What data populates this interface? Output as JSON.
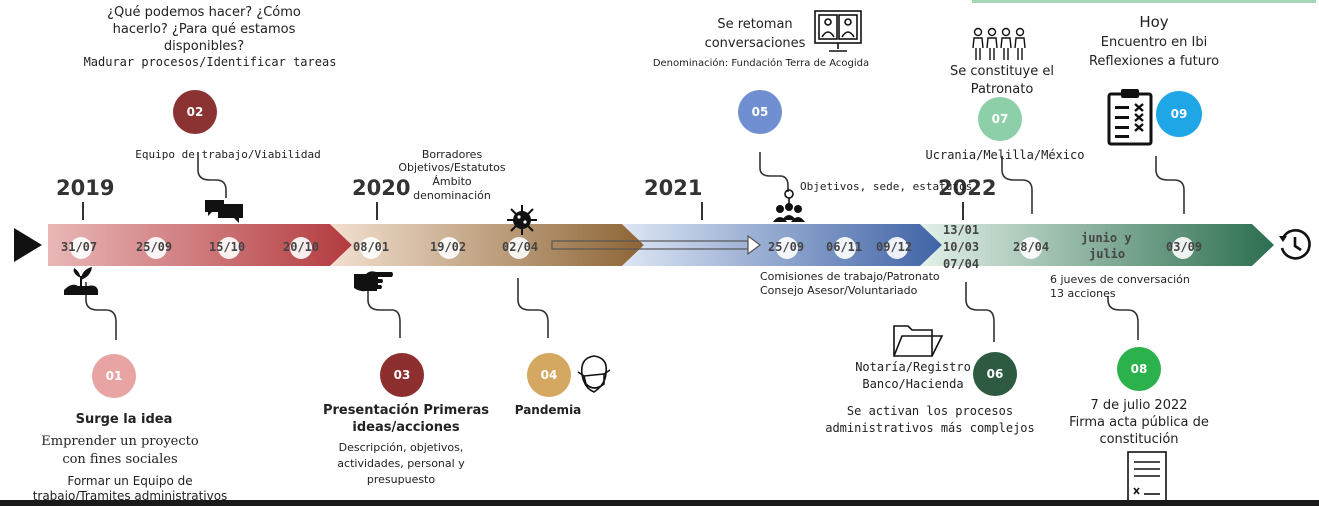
{
  "years": {
    "y2019": "2019",
    "y2020": "2020",
    "y2021": "2021",
    "y2022": "2022"
  },
  "dates": {
    "d1": "31/07",
    "d2": "25/09",
    "d3": "15/10",
    "d4": "20/10",
    "d5": "08/01",
    "d6": "19/02",
    "d7": "02/04",
    "d8": "25/09",
    "d9": "06/11",
    "d10": "09/12",
    "d11": "13/01",
    "d12": "10/03",
    "d13": "07/04",
    "d14": "28/04",
    "d15": "junio y",
    "d16": "julio",
    "d17": "03/09"
  },
  "milestones": {
    "m01": {
      "num": "01",
      "title": "Surge la idea",
      "line1": "Emprender un proyecto",
      "line2": "con fines sociales",
      "line3": "Formar un Equipo de",
      "line4": "trabajo/Tramites administrativos"
    },
    "m02": {
      "num": "02",
      "q1": "¿Qué podemos hacer? ¿Cómo",
      "q2": "hacerlo? ¿Para qué estamos",
      "q3": "disponibles?",
      "sub": "Madurar procesos/Identificar tareas",
      "label": "Equipo de trabajo/Viabilidad"
    },
    "m03": {
      "num": "03",
      "title1": "Presentación Primeras",
      "title2": "ideas/acciones",
      "d1": "Descripción, objetivos,",
      "d2": "actividades, personal y",
      "d3": "presupuesto"
    },
    "m04": {
      "num": "04",
      "title": "Pandemia",
      "b1": "Borradores",
      "b2": "Objetivos/Estatutos",
      "b3": "Ámbito",
      "b4": "denominación"
    },
    "m05": {
      "num": "05",
      "t1": "Se retoman",
      "t2": "conversaciones",
      "sub": "Denominación: Fundación Terra de Acogida",
      "note": "Objetivos, sede, estatutos",
      "c1": "Comisiones de trabajo/Patronato",
      "c2": "Consejo Asesor/Voluntariado"
    },
    "m06": {
      "num": "06",
      "n1": "Notaría/Registro",
      "n2": "Banco/Hacienda",
      "s1": "Se activan los procesos",
      "s2": "administrativos más complejos"
    },
    "m07": {
      "num": "07",
      "t1": "Se constituye el",
      "t2": "Patronato",
      "label": "Ucrania/Melilla/México"
    },
    "m08": {
      "num": "08",
      "j1": "6 jueves de conversación",
      "j2": "13 acciones",
      "t1": "7 de julio 2022",
      "t2": "Firma acta pública de",
      "t3": "constitución"
    },
    "m09": {
      "num": "09",
      "t1": "Hoy",
      "t2": "Encuentro en Ibi",
      "t3": "Reflexiones a futuro"
    }
  },
  "colors": {
    "c01": "#e8a3a3",
    "c02": "#8b3333",
    "c03": "#8e2f2f",
    "c04": "#d4a860",
    "c05": "#6f8fd0",
    "c06": "#2d5a40",
    "c07": "#8ccfa8",
    "c08": "#2bb24c",
    "c09": "#1ea6e6"
  }
}
